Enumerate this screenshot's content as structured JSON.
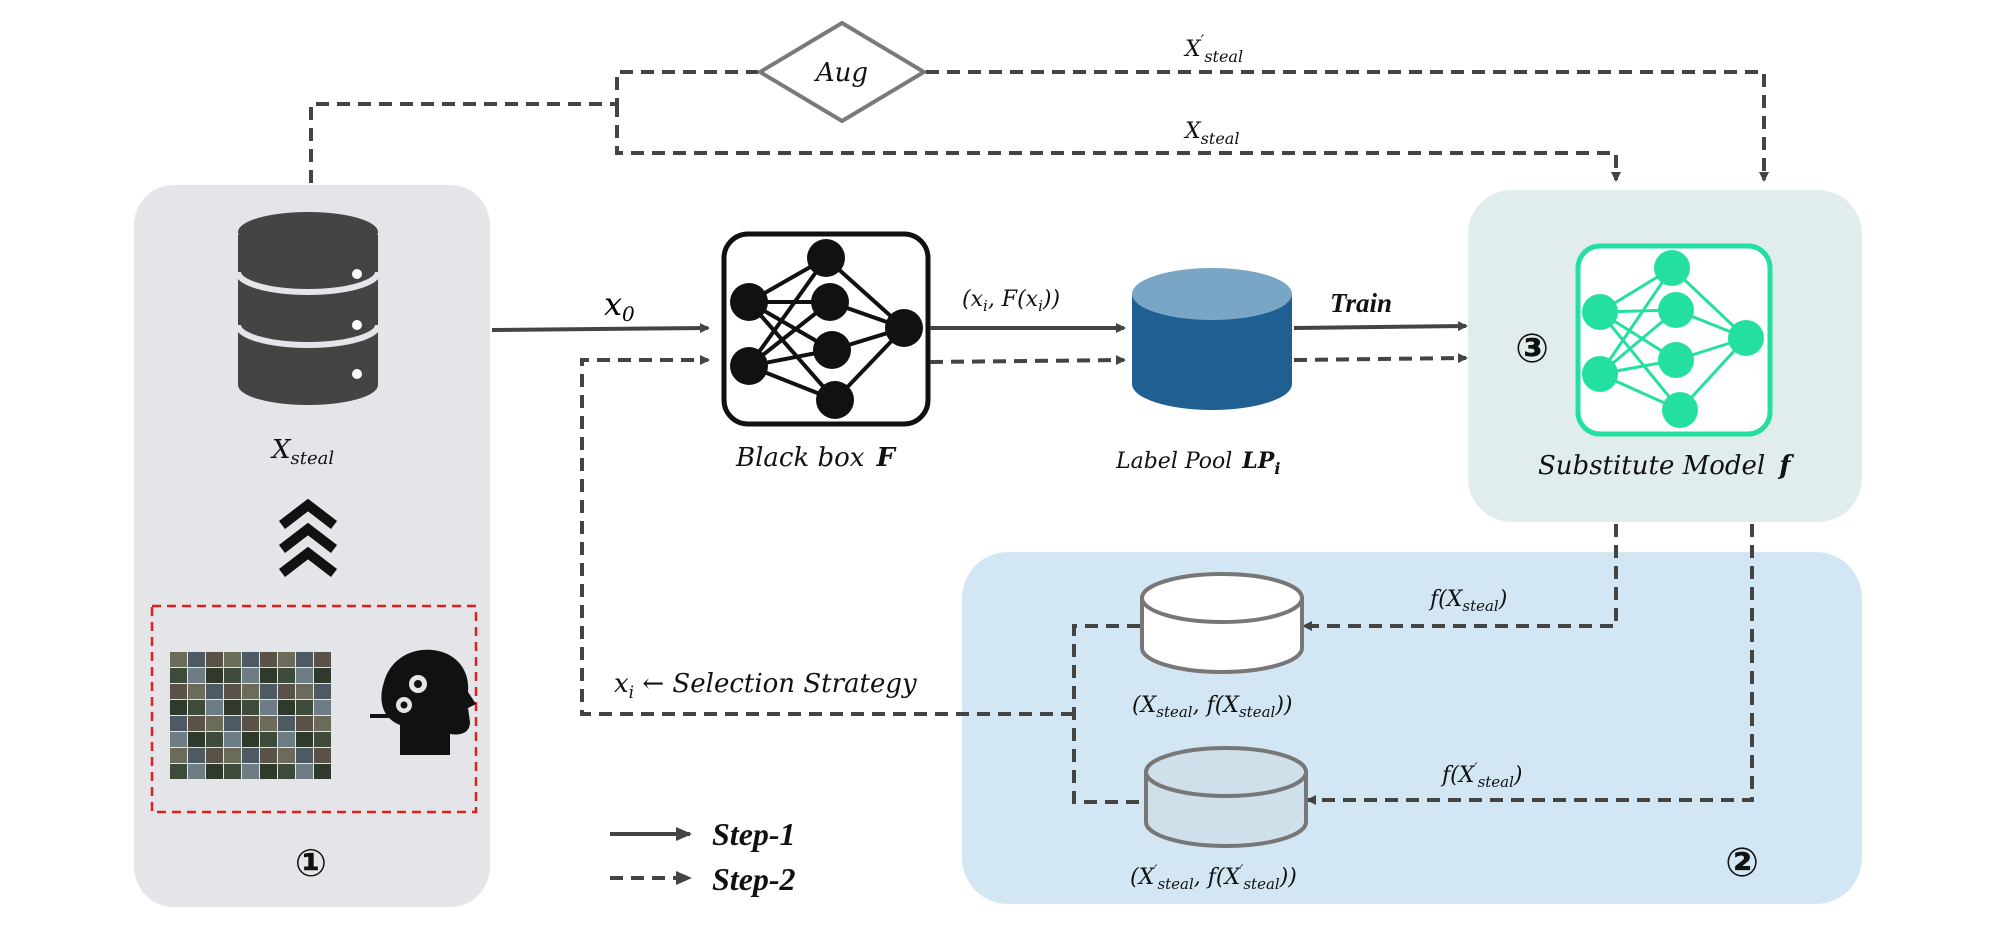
{
  "colors": {
    "panel_left": "#e3e5e8",
    "panel_right_top": "#e1ecec",
    "panel_bottom": "#d3e6f4",
    "database": "#444444",
    "pool_top": "#7aa6c6",
    "pool_body": "#1f5f92",
    "substitute": "#24e0a0",
    "selection_box": "#e02020",
    "arrow": "#444444"
  },
  "source": {
    "label": "X_steal",
    "step_number": "①",
    "icons": [
      "database-icon",
      "chevron-up-icon",
      "image-grid-icon",
      "human-head-gears-icon"
    ]
  },
  "aug": {
    "label": "Aug"
  },
  "edges": {
    "x_steal_prime": "X'_steal",
    "x_steal": "X_steal",
    "query": "x_0",
    "query_result": "(x_i, F(x_i))",
    "train": "Train",
    "f_x_steal": "f(X_steal)",
    "f_x_steal_prime": "f(X'_steal)",
    "selection": "x_i ← Selection Strategy"
  },
  "black_box": {
    "label": "Black box",
    "symbol": "F"
  },
  "label_pool": {
    "label": "Label Pool",
    "symbol": "LP",
    "sub": "i"
  },
  "substitute": {
    "step_number": "③",
    "label": "Substitute Model",
    "symbol": "f"
  },
  "selection": {
    "step_number": "②",
    "pool_a": "(X_steal, f(X_steal))",
    "pool_b": "(X'_steal, f(X'_steal))"
  },
  "legend": {
    "step1": "Step-1",
    "step2": "Step-2"
  }
}
